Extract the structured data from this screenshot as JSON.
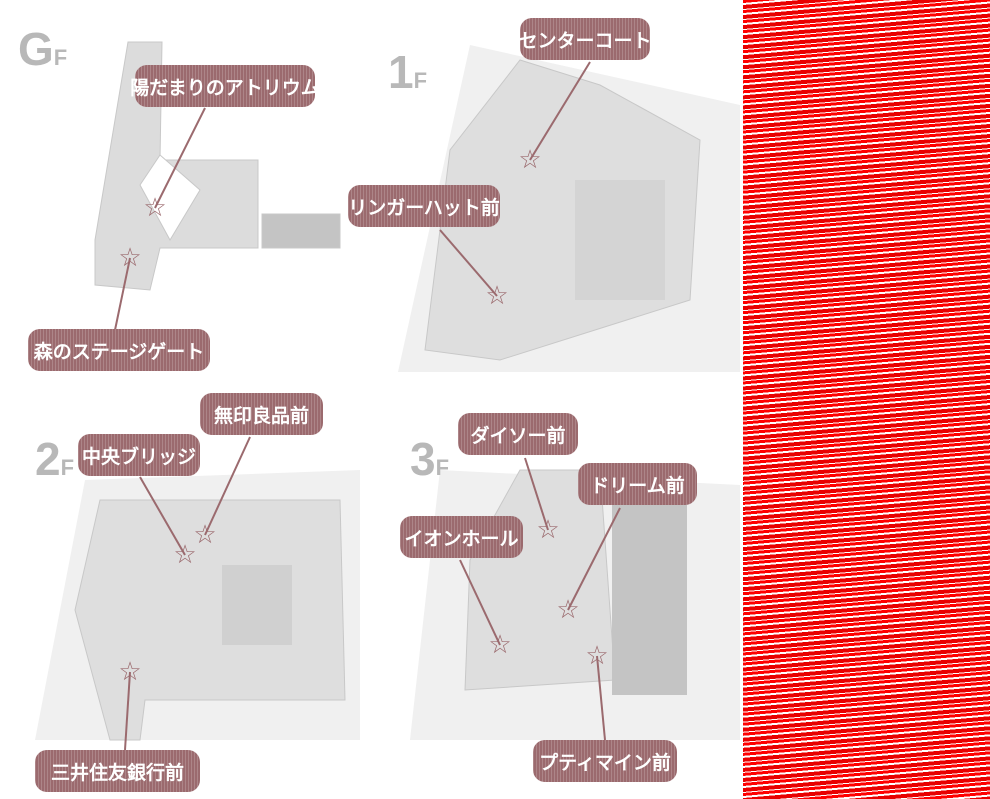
{
  "floors": [
    {
      "title": "G",
      "suffix": "F",
      "spots": [
        "陽だまりのアトリウム",
        "森のステージゲート"
      ]
    },
    {
      "title": "1",
      "suffix": "F",
      "spots": [
        "センターコート",
        "リンガーハット前"
      ]
    },
    {
      "title": "2",
      "suffix": "F",
      "spots": [
        "無印良品前",
        "中央ブリッジ",
        "三井住友銀行前"
      ]
    },
    {
      "title": "3",
      "suffix": "F",
      "spots": [
        "ダイソー前",
        "ドリーム前",
        "イオンホール",
        "プティマイン前"
      ]
    }
  ],
  "marker_icon": "star-icon",
  "colors": {
    "label": "#9b6a6e",
    "map": "#e6e6e6",
    "side_panel": "#ff0000"
  }
}
